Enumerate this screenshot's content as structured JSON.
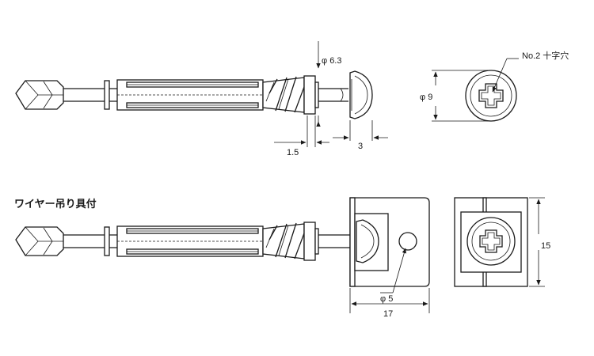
{
  "top_view": {
    "dim_head_dia": "φ 6.3",
    "dim_step": "1.5",
    "dim_head_len": "3"
  },
  "end_view": {
    "callout": "No.2 十字穴",
    "dim_dia": "φ 9"
  },
  "hanger_version": {
    "title": "ワイヤー吊り具付",
    "dim_hole": "φ 5",
    "dim_width": "17",
    "dim_height": "15"
  }
}
